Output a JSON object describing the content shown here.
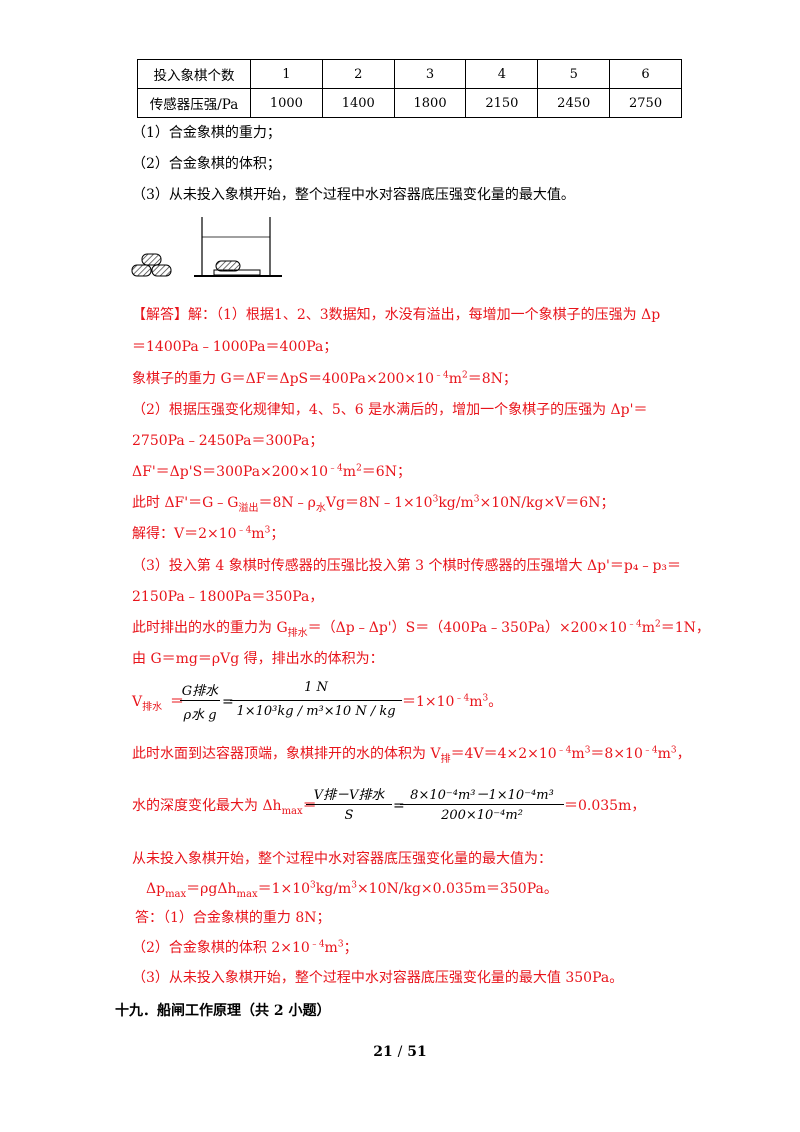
{
  "table": {
    "row1": {
      "label": "投入象棋个数",
      "values": [
        "1",
        "2",
        "3",
        "4",
        "5",
        "6"
      ]
    },
    "row2": {
      "label": "传感器压强/Pa",
      "values": [
        "1000",
        "1400",
        "1800",
        "2150",
        "2450",
        "2750"
      ]
    }
  },
  "questions": [
    "（1）合金象棋的重力；",
    "（2）合金象棋的体积；",
    "（3）从未投入象棋开始，整个过程中水对容器底压强变化量的最大值。"
  ],
  "answer": {
    "tag": "【解答】",
    "l1": "解：（1）根据1、2、3数据知，水没有溢出，每增加一个象棋子的压强为 Δp",
    "l2": "＝1400Pa﹣1000Pa＝400Pa；",
    "l3a": "象棋子的重力 G＝ΔF＝ΔpS＝400Pa×200×10",
    "l3b": "﹣4",
    "l3c": "m",
    "l3d": "2",
    "l3e": "＝8N；",
    "l4": "（2）根据压强变化规律知，4、5、6 是水满后的，增加一个象棋子的压强为 Δp'＝",
    "l5": "2750Pa﹣2450Pa＝300Pa；",
    "l6a": "ΔF'＝Δp'S＝300Pa×200×10",
    "l6b": "﹣4",
    "l6c": "m",
    "l6d": "2",
    "l6e": "＝6N；",
    "l7a": "此时 ΔF'＝G﹣G",
    "l7b": "溢出",
    "l7c": "＝8N﹣ρ",
    "l7d": "水",
    "l7e": "Vg＝8N﹣1×10",
    "l7f": "3",
    "l7g": "kg/m",
    "l7h": "3",
    "l7i": "×10N/kg×V＝6N；",
    "l8a": "解得：V＝2×10",
    "l8b": "﹣4",
    "l8c": "m",
    "l8d": "3",
    "l8e": "；",
    "l9": "（3）投入第 4 象棋时传感器的压强比投入第 3 个棋时传感器的压强增大 Δp'＝p₄﹣p₃＝",
    "l10": "2150Pa﹣1800Pa＝350Pa，",
    "l11a": "此时排出的水的重力为 G",
    "l11b": "排水",
    "l11c": "＝（Δp﹣Δp'）S＝（400Pa﹣350Pa）×200×10",
    "l11d": "﹣4",
    "l11e": "m",
    "l11f": "2",
    "l11g": "＝1N，",
    "l12": "由 G＝mg＝ρVg  得，排出水的体积为：",
    "l13a": "V",
    "l13b": "排水",
    "l13c": "＝",
    "f1num": "G排水",
    "f1den": "ρ水 g",
    "f2num": "1 N",
    "f2den": "1×10³kg / m³×10 N / kg",
    "l13d": "＝1×10",
    "l13e": "﹣4",
    "l13f": "m",
    "l13g": "3",
    "l13h": "。",
    "l14a": "此时水面到达容器顶端，象棋排开的水的体积为 V",
    "l14b": "排",
    "l14c": "＝4V＝4×2×10",
    "l14d": "﹣4",
    "l14e": "m",
    "l14f": "3",
    "l14g": "＝8×10",
    "l14h": "﹣4",
    "l14i": "m",
    "l14j": "3",
    "l14k": "，",
    "l15a": "水的深度变化最大为 Δh",
    "l15b": "max",
    "l15c": "＝",
    "f3num": "V排－V排水",
    "f3den": "S",
    "f4num": "8×10⁻⁴m³－1×10⁻⁴m³",
    "f4den": "200×10⁻⁴m²",
    "l15d": "＝0.035m，",
    "l16": "从未投入象棋开始，整个过程中水对容器底压强变化量的最大值为：",
    "l17a": "Δp",
    "l17b": "max",
    "l17c": "＝ρgΔh",
    "l17d": "max",
    "l17e": "＝1×10",
    "l17f": "3",
    "l17g": "kg/m",
    "l17h": "3",
    "l17i": "×10N/kg×0.035m＝350Pa。",
    "a1": "答：（1）合金象棋的重力 8N；",
    "a2a": "（2）合金象棋的体积 2×10",
    "a2b": "﹣4",
    "a2c": "m",
    "a2d": "3",
    "a2e": "；",
    "a3": "（3）从未投入象棋开始，整个过程中水对容器底压强变化量的最大值 350Pa。"
  },
  "section_heading": "十九．船闸工作原理（共 2 小题）",
  "footer": {
    "page": "21",
    "sep": "/",
    "total": "51"
  }
}
